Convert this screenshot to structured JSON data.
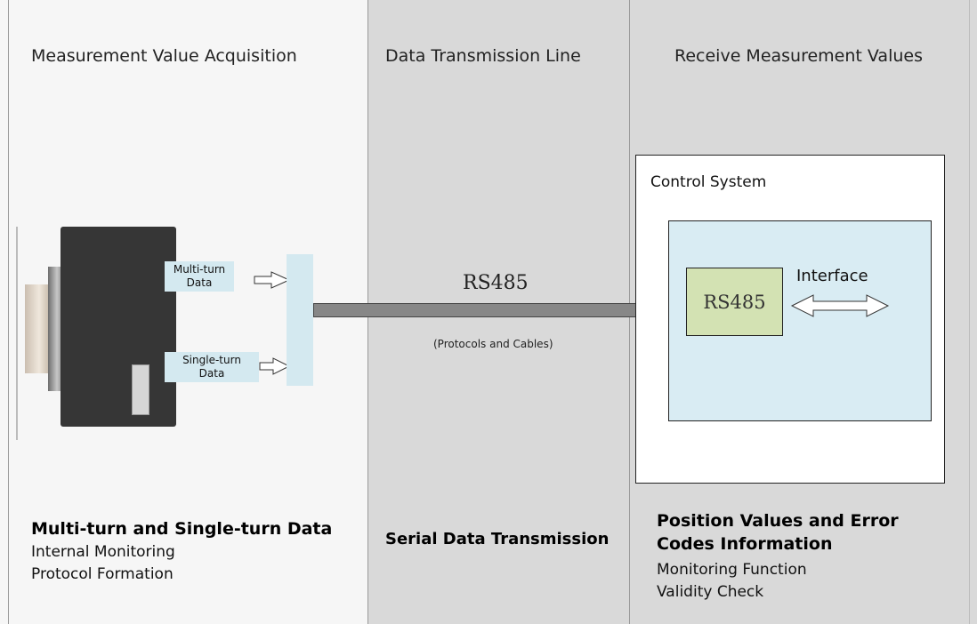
{
  "columns": {
    "acquisition": {
      "title": "Measurement Value Acquisition",
      "footer_title": "Multi-turn and Single-turn Data",
      "footer_lines": [
        "Internal Monitoring",
        "Protocol Formation"
      ]
    },
    "transmission": {
      "title": "Data Transmission Line",
      "footer_title": "Serial Data Transmission"
    },
    "receive": {
      "title": "Receive Measurement Values",
      "footer_title_line1": "Position Values and Error",
      "footer_title_line2": "Codes Information",
      "footer_lines": [
        "Monitoring Function",
        "Validity Check"
      ]
    }
  },
  "encoder": {
    "multi_turn_line1": "Multi-turn",
    "multi_turn_line2": "Data",
    "single_turn_line1": "Single-turn",
    "single_turn_line2": "Data"
  },
  "line": {
    "label": "RS485",
    "sublabel": "(Protocols and Cables)"
  },
  "control": {
    "title": "Control System",
    "rs485": "RS485",
    "interface": "Interface"
  },
  "colors": {
    "left_bg": "#f6f6f6",
    "panel_gray": "#d9d9d9",
    "light_blue": "#d4e9f0",
    "green": "#d3e2b3",
    "cable": "#878787"
  }
}
